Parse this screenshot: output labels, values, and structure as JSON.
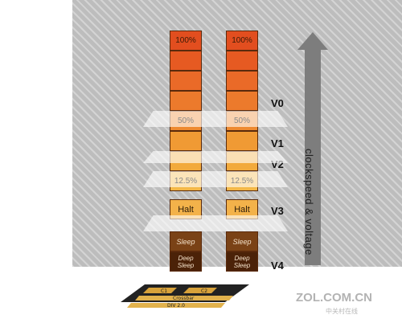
{
  "columns": [
    {
      "id": "left"
    },
    {
      "id": "right"
    }
  ],
  "cells": [
    {
      "label": "100%",
      "color": "#e24e1f"
    },
    {
      "label": "",
      "color": "#e65a22"
    },
    {
      "label": "",
      "color": "#ea6a28"
    },
    {
      "label": "",
      "color": "#ec7a2c"
    },
    {
      "label": "50%",
      "color": "#ee8a30"
    },
    {
      "label": "",
      "color": "#f09a34"
    },
    {
      "label": "",
      "color": "#f2aa3c"
    },
    {
      "label": "12.5%",
      "color": "#f4b848"
    },
    {
      "label": "Halt",
      "color": "#f3b24a"
    },
    {
      "label": "Sleep",
      "color": "#7a4216"
    },
    {
      "label": "Deep Sleep",
      "color": "#4b2208"
    }
  ],
  "voltage_labels": [
    "V0",
    "V1",
    "V2",
    "V3",
    "V4"
  ],
  "arrow_label": "clockspeed & voltage",
  "watermark": {
    "main": "ZOL.COM.CN",
    "sub": "中关村在线"
  },
  "chip_labels": {
    "core1": "C1",
    "core2": "C2",
    "bus": "Crossbar",
    "mem": "DIV 2.0"
  }
}
